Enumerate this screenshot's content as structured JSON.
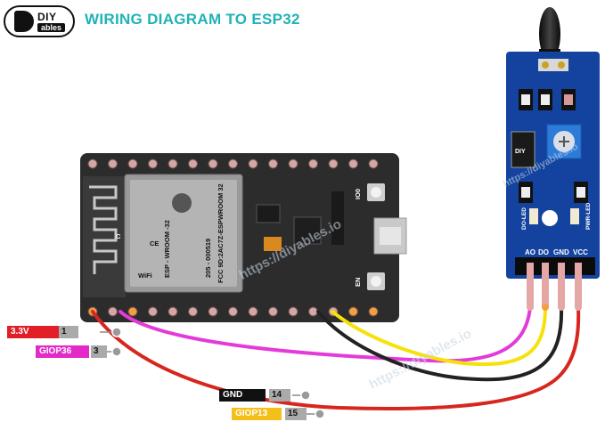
{
  "header": {
    "title": "WIRING DIAGRAM TO ESP32",
    "logo_text": "DIY",
    "logo_sub": "ables"
  },
  "watermark": "https://diyables.io",
  "esp32": {
    "module_lines": [
      "ESP - WROOM -32",
      "205 - 000519",
      "FCC 9D:2AC7Z-ESPWROOM 32"
    ],
    "labels": {
      "io0": "IO0",
      "en": "EN",
      "wifi": "WiFi",
      "ce": "CE",
      "antenna_mark": "C"
    }
  },
  "sensor": {
    "pins": [
      "AO",
      "DO",
      "GND",
      "VCC"
    ],
    "led_labels": [
      "DO-LED",
      "PWR-LED"
    ],
    "chip_text": "DIY"
  },
  "pin_labels": [
    {
      "name": "3.3V",
      "number": "1",
      "color": "#e21f26",
      "text_color": "#ffffff"
    },
    {
      "name": "GIOP36",
      "number": "3",
      "color": "#e32ac8",
      "text_color": "#ffffff"
    },
    {
      "name": "GND",
      "number": "14",
      "color": "#111111",
      "text_color": "#ffffff"
    },
    {
      "name": "GIOP13",
      "number": "15",
      "color": "#f5bf1a",
      "text_color": "#ffffff"
    }
  ],
  "colors": {
    "title": "#1fb3b7",
    "wire_red": "#d7261e",
    "wire_magenta": "#e33bd8",
    "wire_black": "#222222",
    "wire_yellow": "#f7e10b",
    "board": "#2c2c2c",
    "sensor_board": "#13439e"
  }
}
